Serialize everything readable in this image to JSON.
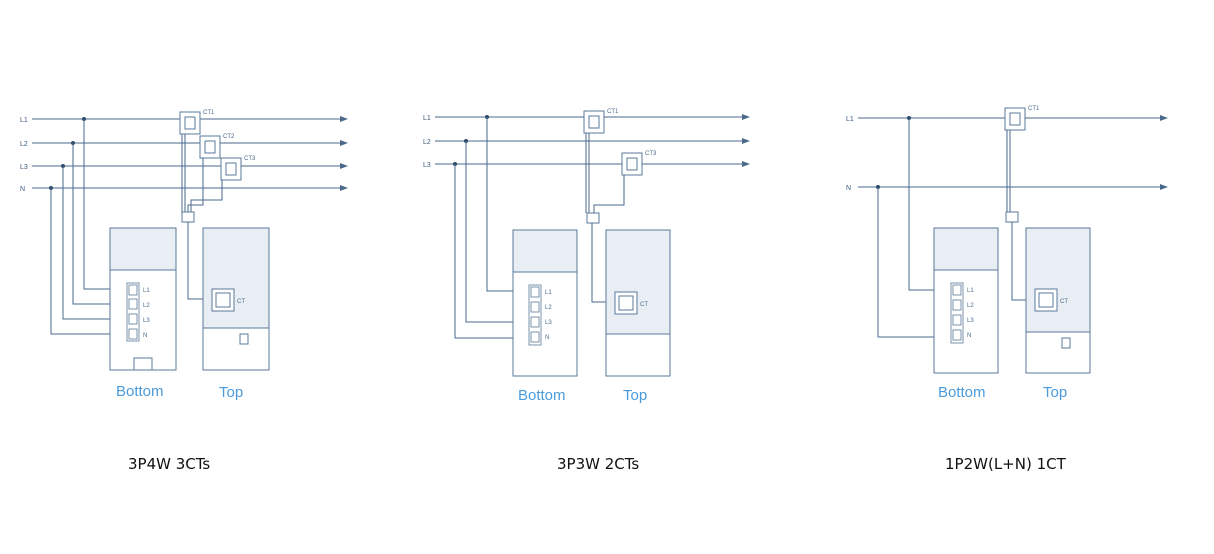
{
  "panels": [
    {
      "caption": "3P4W  3CTs",
      "bottom_label": "Bottom",
      "top_label": "Top",
      "lines": [
        "L1",
        "L2",
        "L3",
        "N"
      ],
      "cts": [
        "CT1",
        "CT2",
        "CT3"
      ]
    },
    {
      "caption": "3P3W  2CTs",
      "bottom_label": "Bottom",
      "top_label": "Top",
      "lines": [
        "L1",
        "L2",
        "L3"
      ],
      "cts": [
        "CT1",
        "CT3"
      ]
    },
    {
      "caption": "1P2W(L+N)  1CT",
      "bottom_label": "Bottom",
      "top_label": "Top",
      "lines": [
        "L1",
        "N"
      ],
      "cts": [
        "CT1"
      ]
    }
  ],
  "colors": {
    "wire": "#4a6a8c",
    "label_blue": "#4b9bdc",
    "caption": "#111111"
  }
}
